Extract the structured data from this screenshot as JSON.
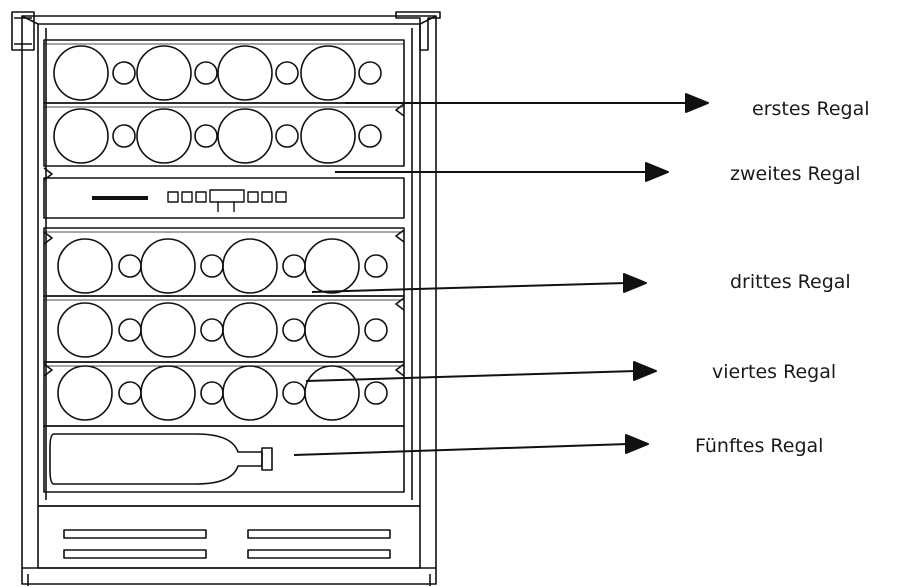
{
  "shelf_labels": [
    {
      "label": "erstes Regal"
    },
    {
      "label": "zweites Regal"
    },
    {
      "label": "drittes Regal"
    },
    {
      "label": "viertes Regal"
    },
    {
      "label": "Fünftes Regal"
    }
  ],
  "colors": {
    "line": "#111111",
    "background": "#ffffff",
    "text": "#1a1a1a"
  }
}
